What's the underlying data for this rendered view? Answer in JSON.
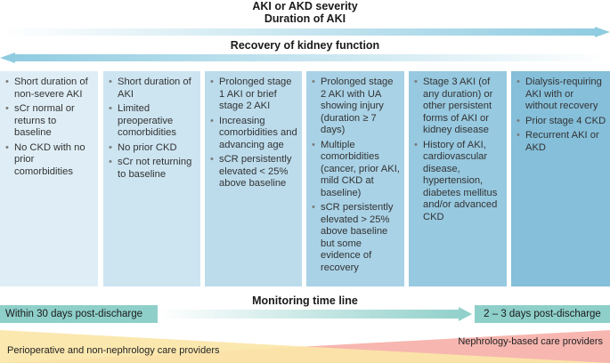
{
  "header": {
    "severity_title": "AKI or AKD severity",
    "duration_title": "Duration of AKI",
    "recovery_title": "Recovery of kidney function"
  },
  "columns": [
    {
      "items": [
        "Short duration of non-severe AKI",
        "sCr normal or returns to baseline",
        "No CKD with no prior comorbidities"
      ]
    },
    {
      "items": [
        "Short duration of AKI",
        "Limited preoperative comorbidities",
        "No prior CKD",
        "sCr not returning to baseline"
      ]
    },
    {
      "items": [
        "Prolonged stage 1 AKI or brief stage 2 AKI",
        "Increasing comorbidities and advancing age",
        "sCR persistently elevated < 25% above baseline"
      ]
    },
    {
      "items": [
        "Prolonged stage 2 AKI with UA showing injury (duration ≥ 7 days)",
        "Multiple comorbidities (cancer, prior AKI, mild CKD at baseline)",
        "sCR persistently elevated > 25% above baseline but some evidence of recovery"
      ]
    },
    {
      "items": [
        "Stage 3 AKI (of any duration) or other persistent forms of AKI or kidney disease",
        "History of AKI, cardiovascular disease, hypertension, diabetes mellitus and/or advanced CKD"
      ]
    },
    {
      "items": [
        "Dialysis-requiring AKI with or without recovery",
        "Prior stage 4 CKD",
        "Recurrent AKI or AKD"
      ]
    }
  ],
  "column_colors": [
    "#dfeef6",
    "#cde5f1",
    "#bcdcec",
    "#a9d2e6",
    "#97c9e0",
    "#85bfda"
  ],
  "monitoring": {
    "title": "Monitoring time line",
    "start_label": "Within 30 days post-discharge",
    "end_label": "2 – 3 days post-discharge"
  },
  "providers": {
    "left_label": "Perioperative and non-nephrology care providers",
    "right_label": "Nephrology-based care providers"
  },
  "colors": {
    "arrow": "#9fd0e3",
    "timeline_box": "#8ecfc9",
    "provider_left": "#fbe6a8",
    "provider_right": "#f7b6b0"
  }
}
